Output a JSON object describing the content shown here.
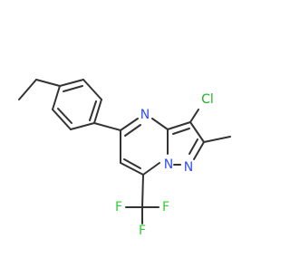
{
  "molecule": {
    "atoms": {
      "cl": {
        "label": "Cl",
        "color": "#1fb51f"
      },
      "n4": {
        "label": "N",
        "color": "#3050f8"
      },
      "n7a": {
        "label": "N",
        "color": "#3050f8"
      },
      "n1": {
        "label": "N",
        "color": "#3050f8"
      },
      "f1": {
        "label": "F",
        "color": "#33cc33"
      },
      "f2": {
        "label": "F",
        "color": "#33cc33"
      },
      "f3": {
        "label": "F",
        "color": "#33cc33"
      }
    },
    "bond_color": "#333333"
  }
}
